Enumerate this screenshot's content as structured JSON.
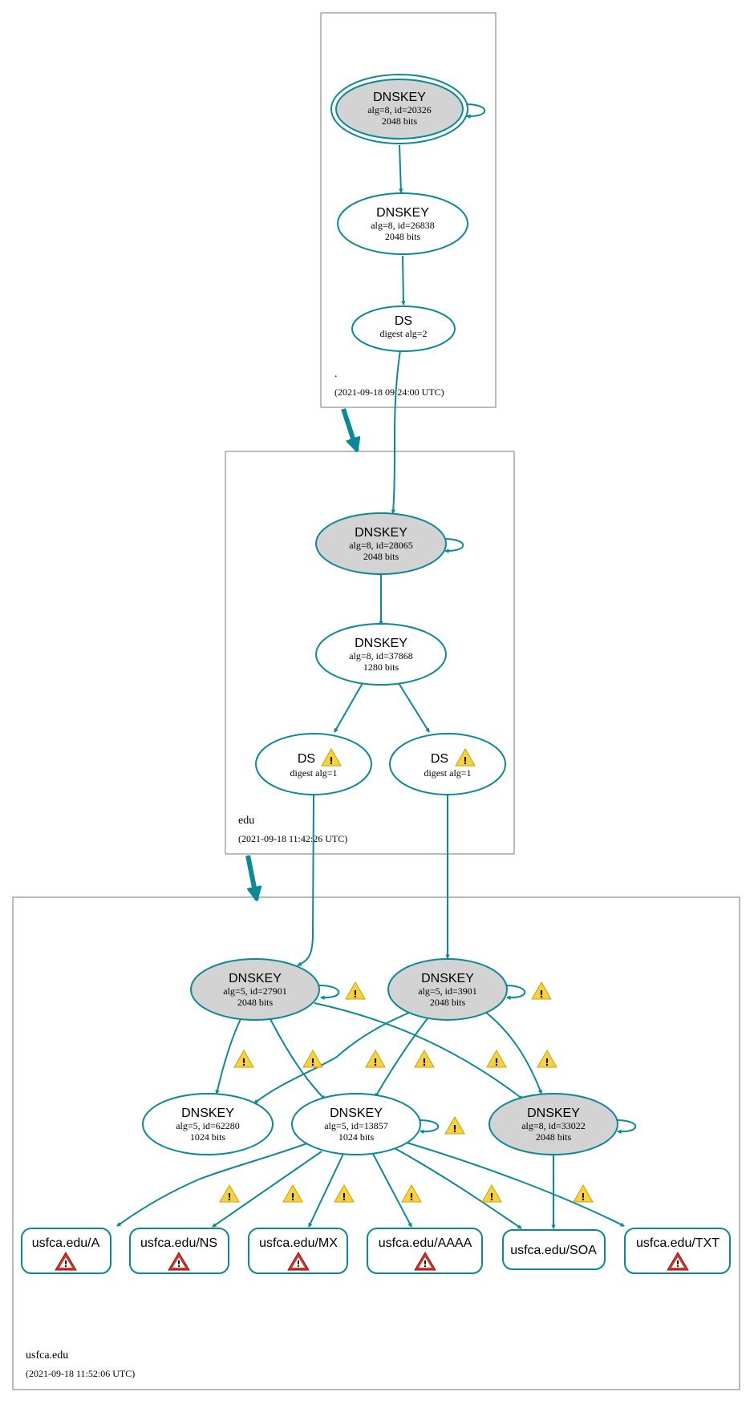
{
  "colors": {
    "edge": "#0a8a96",
    "ksk_fill": "#d3d3d3",
    "warning": "#f7d23e",
    "error": "#d9322b"
  },
  "zones": {
    "root": {
      "name": ".",
      "time": "(2021-09-18 09:24:00 UTC)"
    },
    "edu": {
      "name": "edu",
      "time": "(2021-09-18 11:42:26 UTC)"
    },
    "usfca": {
      "name": "usfca.edu",
      "time": "(2021-09-18 11:52:06 UTC)"
    }
  },
  "nodes": {
    "root_ksk": {
      "title": "DNSKEY",
      "line1": "alg=8, id=20326",
      "line2": "2048 bits"
    },
    "root_zsk": {
      "title": "DNSKEY",
      "line1": "alg=8, id=26838",
      "line2": "2048 bits"
    },
    "root_ds": {
      "title": "DS",
      "line1": "digest alg=2"
    },
    "edu_ksk": {
      "title": "DNSKEY",
      "line1": "alg=8, id=28065",
      "line2": "2048 bits"
    },
    "edu_zsk": {
      "title": "DNSKEY",
      "line1": "alg=8, id=37868",
      "line2": "1280 bits"
    },
    "edu_ds1": {
      "title": "DS",
      "line1": "digest alg=1"
    },
    "edu_ds2": {
      "title": "DS",
      "line1": "digest alg=1"
    },
    "usf_ksk1": {
      "title": "DNSKEY",
      "line1": "alg=5, id=27901",
      "line2": "2048 bits"
    },
    "usf_ksk2": {
      "title": "DNSKEY",
      "line1": "alg=5, id=3901",
      "line2": "2048 bits"
    },
    "usf_zsk1": {
      "title": "DNSKEY",
      "line1": "alg=5, id=62280",
      "line2": "1024 bits"
    },
    "usf_zsk2": {
      "title": "DNSKEY",
      "line1": "alg=5, id=13857",
      "line2": "1024 bits"
    },
    "usf_ksk3": {
      "title": "DNSKEY",
      "line1": "alg=8, id=33022",
      "line2": "2048 bits"
    }
  },
  "records": {
    "a": "usfca.edu/A",
    "ns": "usfca.edu/NS",
    "mx": "usfca.edu/MX",
    "aaaa": "usfca.edu/AAAA",
    "soa": "usfca.edu/SOA",
    "txt": "usfca.edu/TXT"
  },
  "icons": {
    "warning": "warning-icon",
    "error": "error-icon"
  }
}
